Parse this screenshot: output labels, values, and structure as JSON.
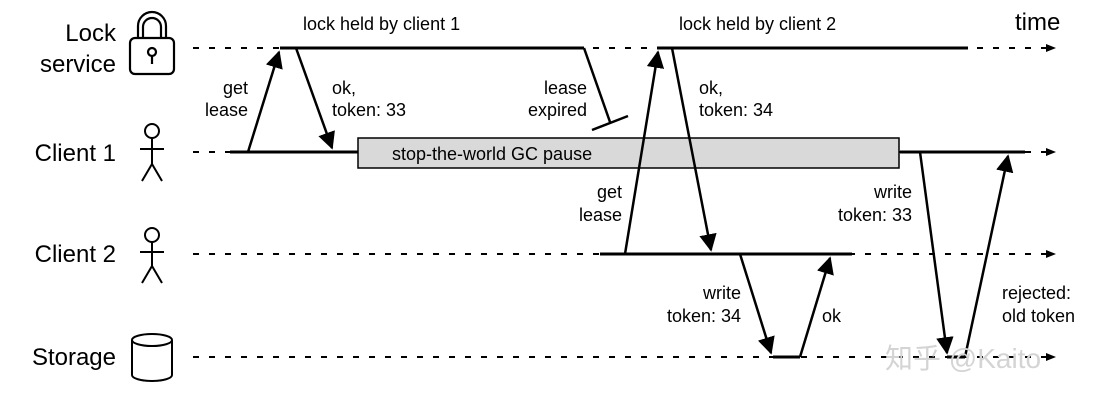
{
  "lanes": {
    "lock_service": [
      "Lock",
      "service"
    ],
    "client1": "Client 1",
    "client2": "Client 2",
    "storage": "Storage"
  },
  "time_label": "time",
  "annotations": {
    "lock_held_1": "lock held by client 1",
    "lock_held_2": "lock held by client 2",
    "get_lease_1": [
      "get",
      "lease"
    ],
    "ok_token_33": [
      "ok,",
      "token: 33"
    ],
    "lease_expired": [
      "lease",
      "expired"
    ],
    "gc_pause": "stop-the-world GC pause",
    "get_lease_2": [
      "get",
      "lease"
    ],
    "ok_token_34": [
      "ok,",
      "token: 34"
    ],
    "write_token_34": [
      "write",
      "token: 34"
    ],
    "ok": "ok",
    "write_token_33": [
      "write",
      "token: 33"
    ],
    "rejected": [
      "rejected:",
      "old token"
    ]
  },
  "watermark": "知乎 @Kaito",
  "colors": {
    "line": "#000000",
    "gc_bar_fill": "#d9d9d9",
    "background": "#ffffff"
  },
  "icons": {
    "lock_service": "padlock-icon",
    "client1": "person-icon",
    "client2": "person-icon",
    "storage": "database-cylinder-icon"
  }
}
